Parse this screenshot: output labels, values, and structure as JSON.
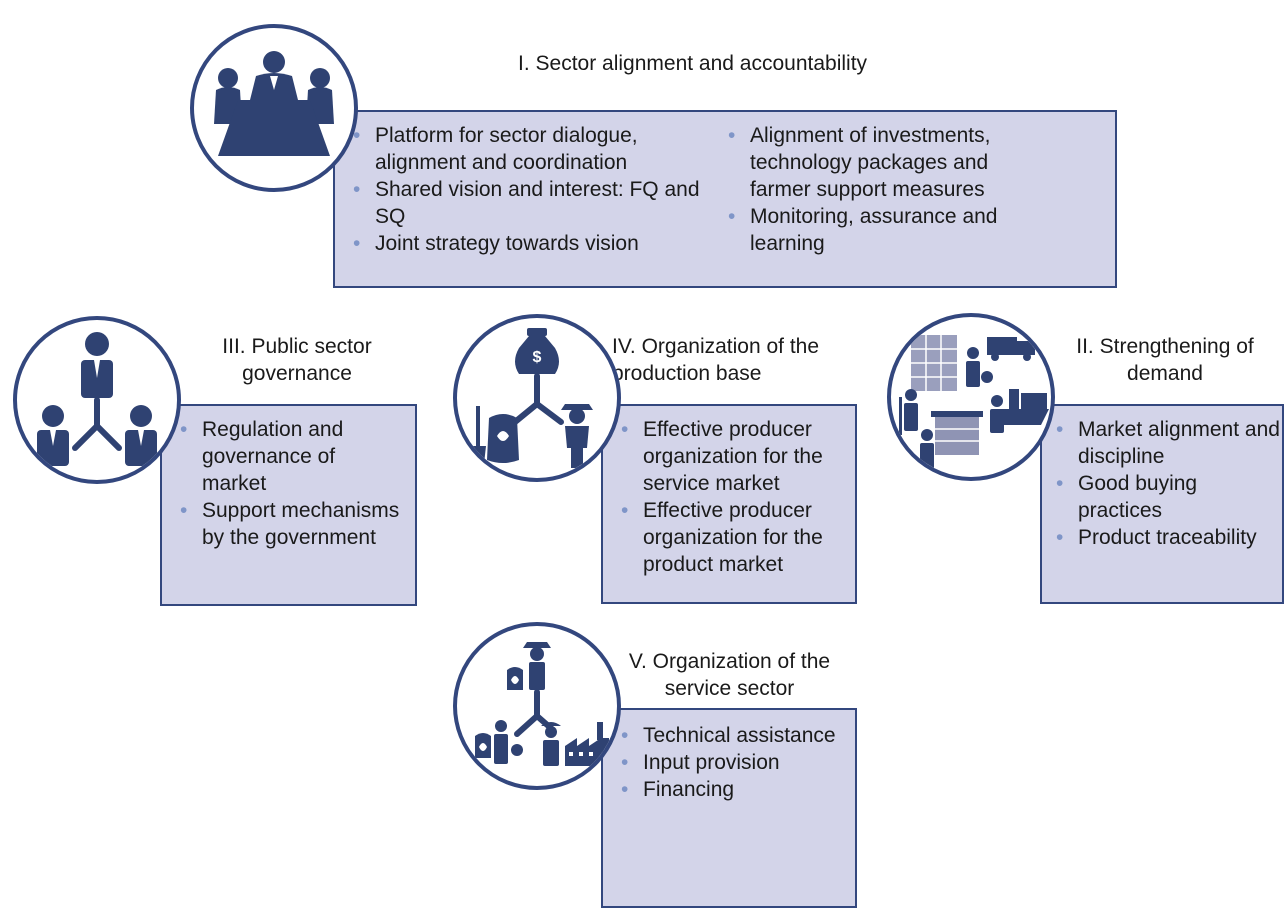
{
  "colors": {
    "box_fill": "#d3d4e9",
    "border": "#33477e",
    "icon_fill": "#2f4272",
    "bullet": "#7f95c8"
  },
  "sections": {
    "s1": {
      "title": "I. Sector alignment and accountability",
      "icon": "meeting-table-icon",
      "col1": [
        "Platform for sector dialogue, alignment and coordination",
        "Shared vision and interest: FQ and SQ",
        "Joint strategy towards vision"
      ],
      "col2": [
        "Alignment of investments, technology packages and farmer support measures",
        "Monitoring, assurance and learning"
      ]
    },
    "s3": {
      "title": "III. Public sector governance",
      "icon": "org-hierarchy-icon",
      "items": [
        "Regulation and governance of market",
        "Support mechanisms by the government"
      ]
    },
    "s4": {
      "title": "IV. Organization of the production base",
      "icon": "money-bag-farmer-icon",
      "items": [
        "Effective producer organization for the service market",
        "Effective producer organization for the product market"
      ]
    },
    "s2": {
      "title": "II. Strengthening of demand",
      "icon": "market-trade-icon",
      "items": [
        "Market alignment and discipline",
        "Good buying practices",
        "Product traceability"
      ]
    },
    "s5": {
      "title": "V. Organization of the service sector",
      "icon": "service-network-icon",
      "items": [
        "Technical assistance",
        "Input provision",
        "Financing"
      ]
    }
  }
}
